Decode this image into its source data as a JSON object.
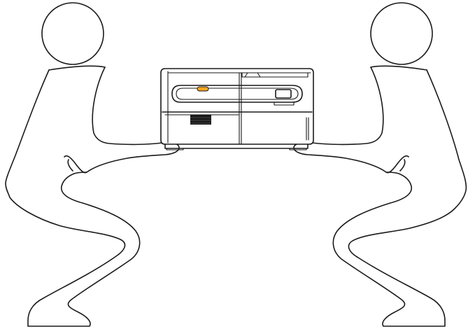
{
  "figure": {
    "subject": "two-person lift",
    "people_count": 2,
    "object": "printer",
    "colors": {
      "line": "#1a1a1a",
      "background": "#ffffff",
      "indicator_led": "#f5a623"
    },
    "icons": [
      "person-left",
      "person-right",
      "printer"
    ]
  }
}
